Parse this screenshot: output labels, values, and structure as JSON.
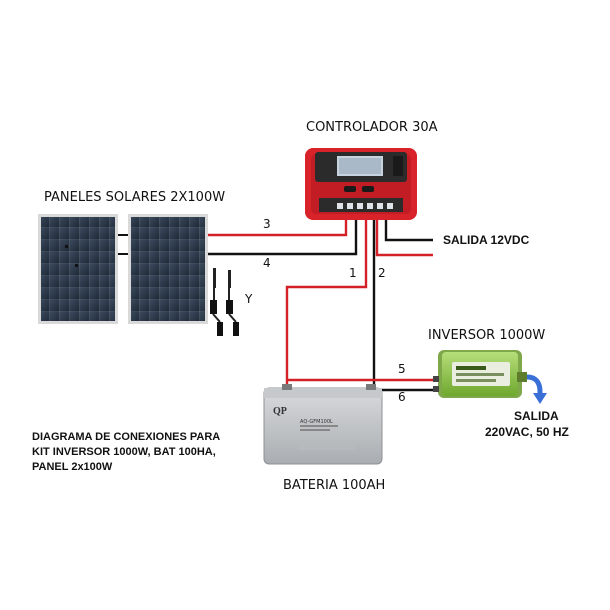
{
  "labels": {
    "controller": "CONTROLADOR 30A",
    "panels": "PANELES SOLARES 2X100W",
    "output_dc": "SALIDA  12VDC",
    "inverter": "INVERSOR 1000W",
    "output_ac_title": "SALIDA",
    "output_ac_spec": "220VAC, 50 HZ",
    "battery": "BATERIA 100AH",
    "y_connector": "Y"
  },
  "wire_numbers": [
    "1",
    "2",
    "3",
    "4",
    "5",
    "6"
  ],
  "caption": {
    "line1": "DIAGRAMA DE CONEXIONES PARA",
    "line2": "KIT INVERSOR 1000W,  BAT 100HA,",
    "line3": "PANEL 2x100W"
  },
  "battery_branding": {
    "logo": "QP",
    "model": "AQ-GFM100L"
  },
  "colors": {
    "positive_wire": "#d42027",
    "negative_wire": "#111111",
    "controller_body": "#d8232a",
    "inverter_body": "#8dc63f",
    "arrow": "#3a6fd8"
  }
}
